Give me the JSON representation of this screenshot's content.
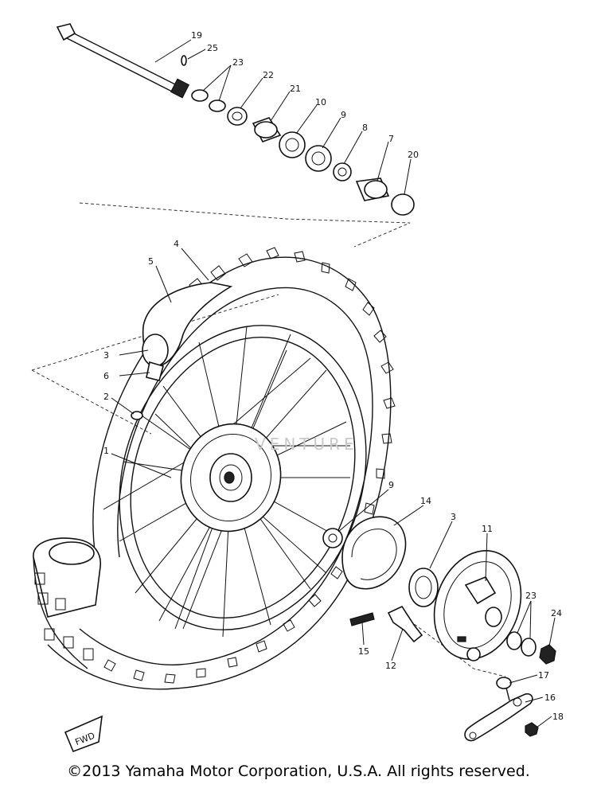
{
  "callouts": [
    {
      "id": "19",
      "text": "19"
    },
    {
      "id": "25",
      "text": "25"
    },
    {
      "id": "23a",
      "text": "23"
    },
    {
      "id": "22",
      "text": "22"
    },
    {
      "id": "21",
      "text": "21"
    },
    {
      "id": "10",
      "text": "10"
    },
    {
      "id": "9a",
      "text": "9"
    },
    {
      "id": "8",
      "text": "8"
    },
    {
      "id": "7",
      "text": "7"
    },
    {
      "id": "20",
      "text": "20"
    },
    {
      "id": "4",
      "text": "4"
    },
    {
      "id": "5",
      "text": "5"
    },
    {
      "id": "3a",
      "text": "3"
    },
    {
      "id": "6",
      "text": "6"
    },
    {
      "id": "2",
      "text": "2"
    },
    {
      "id": "1",
      "text": "1"
    },
    {
      "id": "9b",
      "text": "9"
    },
    {
      "id": "14",
      "text": "14"
    },
    {
      "id": "3b",
      "text": "3"
    },
    {
      "id": "11",
      "text": "11"
    },
    {
      "id": "23b",
      "text": "23"
    },
    {
      "id": "24",
      "text": "24"
    },
    {
      "id": "15",
      "text": "15"
    },
    {
      "id": "12",
      "text": "12"
    },
    {
      "id": "17",
      "text": "17"
    },
    {
      "id": "16",
      "text": "16"
    },
    {
      "id": "18",
      "text": "18"
    }
  ],
  "direction_tag": "FWD",
  "watermark": "VENTURE",
  "footer": {
    "copyright": "©2013 Yamaha Motor Corporation, U.S.A. All rights reserved."
  }
}
